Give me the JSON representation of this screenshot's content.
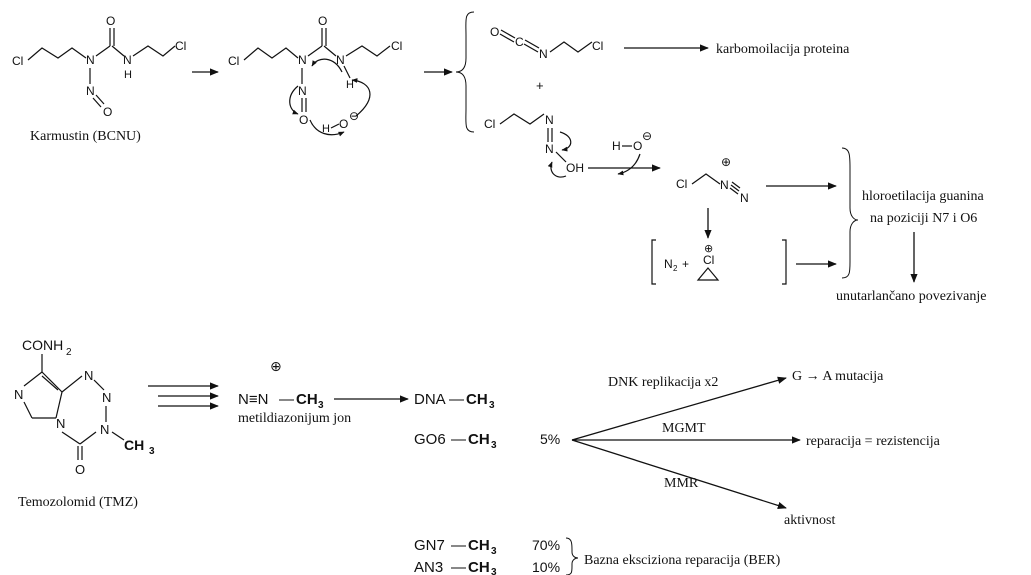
{
  "colors": {
    "ink": "#111111",
    "background": "#ffffff"
  },
  "bcnu": {
    "name": "Karmustin (BCNU)",
    "atoms": {
      "cl": "Cl",
      "n": "N",
      "h": "H",
      "o": "O"
    }
  },
  "intermediate": {
    "atoms": {
      "cl": "Cl",
      "n": "N",
      "h": "H",
      "o": "O"
    },
    "hydroxide": {
      "h": "H",
      "o": "O",
      "charge": "⊖"
    }
  },
  "isocyanate": {
    "atoms": {
      "o": "O",
      "c": "C",
      "n": "N",
      "cl": "Cl"
    },
    "plus": "+",
    "result": "karbomoilacija proteina"
  },
  "diazohydroxide": {
    "atoms": {
      "cl": "Cl",
      "n1": "N",
      "n2": "N",
      "oh": "OH"
    },
    "hydroxide": {
      "h": "H",
      "o": "O",
      "charge": "⊖"
    }
  },
  "diazonium": {
    "atoms": {
      "cl": "Cl",
      "n1": "N",
      "n2": "N",
      "charge": "⊕"
    }
  },
  "chloronium": {
    "n2": "N",
    "n2_sub": "2",
    "plus": "+",
    "cl": "Cl",
    "charge": "⊕"
  },
  "guanine": {
    "line1": "hloroetilacija guanina",
    "line2": "na poziciji N7 i O6",
    "crosslink": "unutarlančano povezivanje"
  },
  "tmz": {
    "name": "Temozolomid (TMZ)",
    "conh2": "CONH",
    "conh2_sub": "2",
    "ring_atoms": {
      "n_left": "N",
      "n_t1": "N",
      "n_t2": "N",
      "n_t3": "N",
      "n_ring": "N",
      "o": "O",
      "ch3": "CH",
      "ch3_sub": "3"
    },
    "methyldiazonium": {
      "formula_pre": "N≡N",
      "formula_dash": "—",
      "formula_ch": "CH",
      "formula_sub": "3",
      "charge": "⊕",
      "label": "metildiazonijum jon"
    }
  },
  "adducts": {
    "dna": {
      "prefix": "DNA",
      "dash": "—",
      "ch": "CH",
      "sub": "3"
    },
    "go6": {
      "prefix": "GO6",
      "dash": "—",
      "ch": "CH",
      "sub": "3",
      "percent": "5%"
    },
    "gn7": {
      "prefix": "GN7",
      "dash": "—",
      "ch": "CH",
      "sub": "3",
      "percent": "70%"
    },
    "an3": {
      "prefix": "AN3",
      "dash": "—",
      "ch": "CH",
      "sub": "3",
      "percent": "10%"
    },
    "ber": "Bazna ekscizionа reparacija (BER)"
  },
  "branches": {
    "replication": {
      "label": "DNK replikacija x2",
      "result": "G → A mutacija"
    },
    "mgmt": {
      "label": "MGMT",
      "result": "reparacija = rezistencija"
    },
    "mmr": {
      "label": "MMR",
      "result": "aktivnost"
    }
  }
}
